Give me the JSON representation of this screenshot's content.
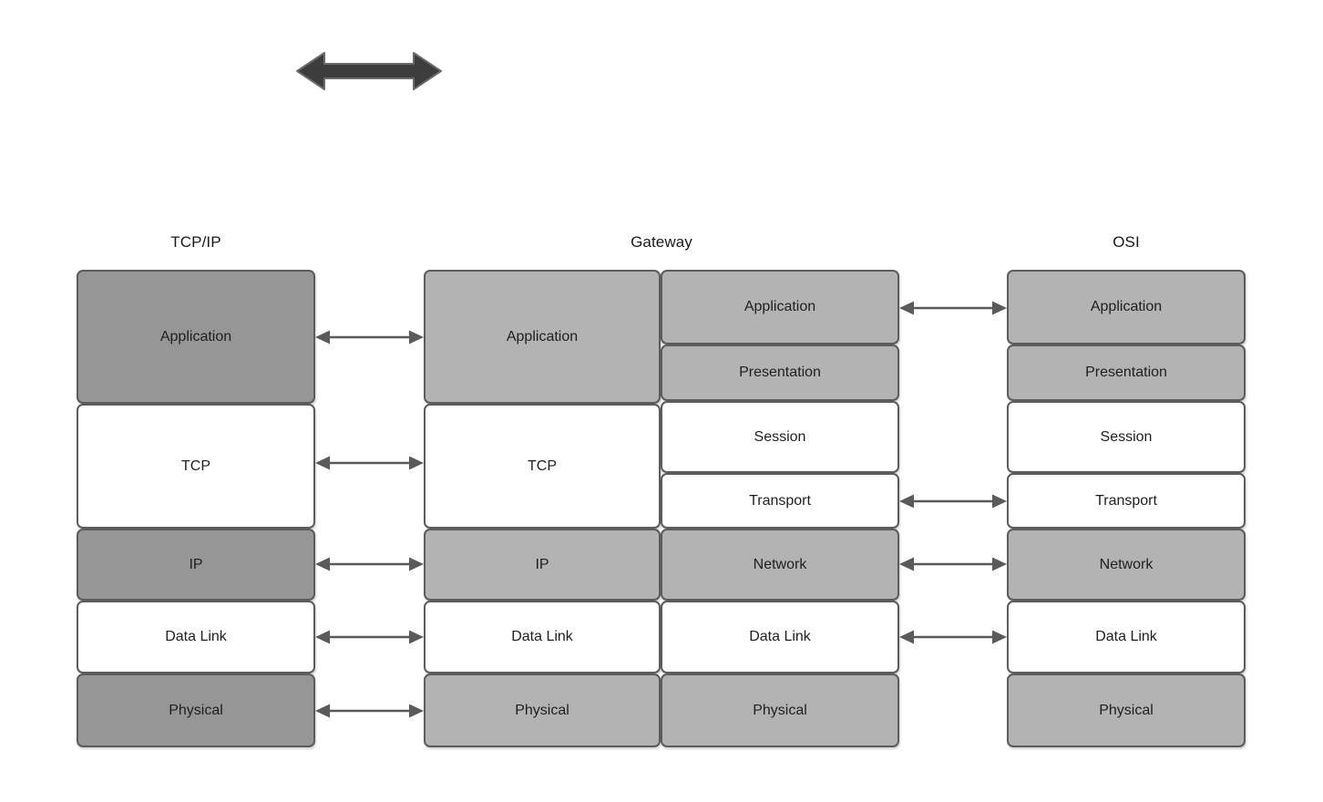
{
  "diagram": {
    "title_tcpip": "TCP/IP",
    "title_gateway": "Gateway",
    "title_osi": "OSI",
    "top_arrow_name": "double-headed-block-arrow"
  },
  "colors": {
    "background": "#ffffff",
    "box_stroke": "#5c5c5c",
    "fill_dark_gray": "#969696",
    "fill_mid_gray": "#b3b3b3",
    "fill_white": "#ffffff",
    "arrow_block": "#3d3d3d",
    "arrow_connector": "#5a5a5a",
    "text": "#1f1f1f"
  },
  "stacks": {
    "tcpip": {
      "label": "TCP/IP",
      "layers": [
        {
          "name": "Application",
          "fill": "dark"
        },
        {
          "name": "TCP",
          "fill": "white"
        },
        {
          "name": "IP",
          "fill": "dark"
        },
        {
          "name": "Data Link",
          "fill": "white"
        },
        {
          "name": "Physical",
          "fill": "dark"
        }
      ]
    },
    "gateway_left": {
      "label": "Gateway",
      "layers": [
        {
          "name": "Application",
          "fill": "mid"
        },
        {
          "name": "TCP",
          "fill": "white"
        },
        {
          "name": "IP",
          "fill": "mid"
        },
        {
          "name": "Data Link",
          "fill": "white"
        },
        {
          "name": "Physical",
          "fill": "mid"
        }
      ]
    },
    "gateway_right": {
      "layers": [
        {
          "name": "Application",
          "fill": "mid"
        },
        {
          "name": "Presentation",
          "fill": "mid"
        },
        {
          "name": "Session",
          "fill": "white"
        },
        {
          "name": "Transport",
          "fill": "white"
        },
        {
          "name": "Network",
          "fill": "mid"
        },
        {
          "name": "Data Link",
          "fill": "white"
        },
        {
          "name": "Physical",
          "fill": "mid"
        }
      ]
    },
    "osi": {
      "label": "OSI",
      "layers": [
        {
          "name": "Application",
          "fill": "mid"
        },
        {
          "name": "Presentation",
          "fill": "mid"
        },
        {
          "name": "Session",
          "fill": "white"
        },
        {
          "name": "Transport",
          "fill": "white"
        },
        {
          "name": "Network",
          "fill": "mid"
        },
        {
          "name": "Data Link",
          "fill": "white"
        },
        {
          "name": "Physical",
          "fill": "mid"
        }
      ]
    }
  },
  "connectors": {
    "tcpip_to_gateway": [
      "Application",
      "TCP",
      "IP",
      "Data Link",
      "Physical"
    ],
    "gateway_to_osi": [
      "Application",
      "Transport",
      "Network",
      "Data Link"
    ]
  }
}
